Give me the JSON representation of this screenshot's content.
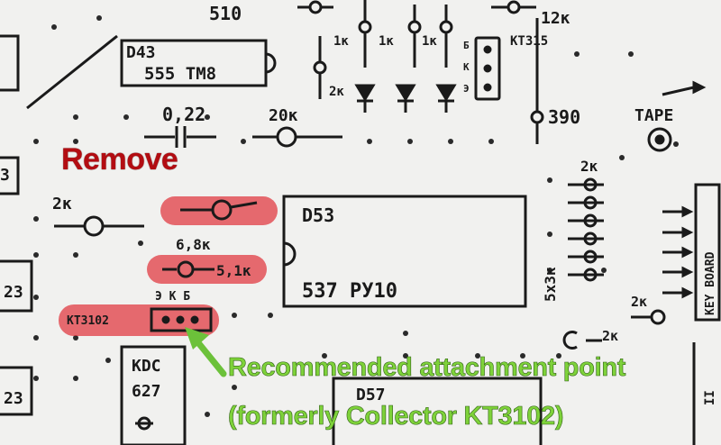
{
  "annotations": {
    "remove": "Remove",
    "attach_line1": "Recommended attachment point",
    "attach_line2": "(formerly Collector KT3102)"
  },
  "labels": {
    "r_510": "510",
    "r_12k": "12к",
    "r_1k_a": "1к",
    "r_1k_b": "1к",
    "r_1k_c": "1к",
    "kt315": "КТ315",
    "pin_b": "Б",
    "pin_k": "К",
    "pin_e": "Э",
    "d43": "D43",
    "d43_type": "555 ТМ8",
    "r_2k_diode": "2к",
    "c_022": "0,22",
    "r_20k": "20к",
    "r_390": "390",
    "tape": "TAPE",
    "r_2k_left": "2к",
    "d53": "D53",
    "d53_type": "537 РУ10",
    "r_68k": "6,8к",
    "r_51k": "5,1к",
    "r_2k_right": "2к",
    "r_5x3k": "5х3к",
    "key_board": "KEY BOARD",
    "r_2k_low": "2к",
    "r_2k_low2": "2к",
    "kt3102": "КТ3102",
    "pins_ekb": "Э К Б",
    "kdc": "KDC",
    "kdc_num": "627",
    "d57": "D57",
    "edge_3": "3",
    "edge_23a": "23",
    "edge_23b": "23",
    "edge_iii": "II"
  },
  "colors": {
    "ink": "#1a1a1a",
    "paper": "#f1f1ef",
    "highlight": "#e0353b",
    "remove_text": "#b30d12",
    "green_text": "#7ed23a",
    "green_arrow": "#6cc13a"
  }
}
